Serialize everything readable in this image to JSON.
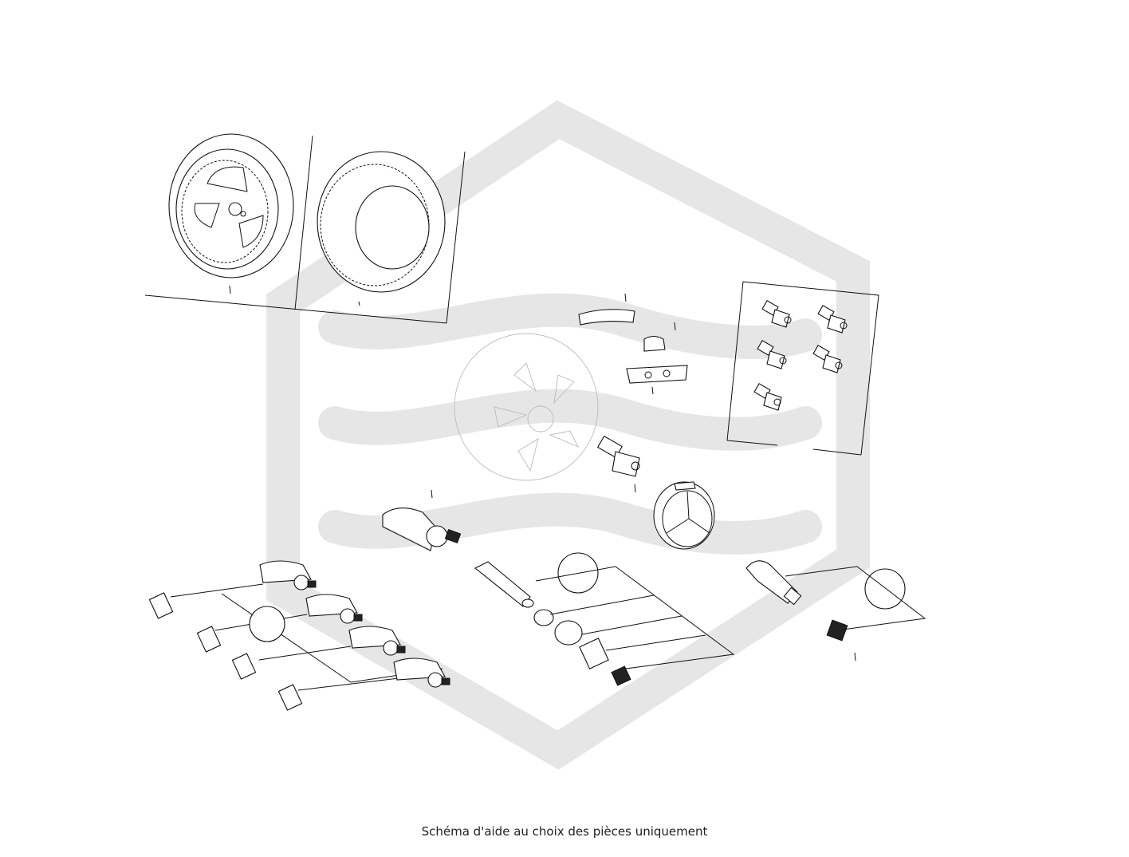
{
  "caption": "Schéma d'aide au choix des pièces uniquement",
  "watermark_icon": "brand-hexagon-waves-icon",
  "parts": [
    "alloy-wheel",
    "tire",
    "wheel-weight",
    "wheel-weight-clip",
    "wheel-weight-strip",
    "wheel-bolts-set",
    "wheel-bolt",
    "hub-cap",
    "tpms-sensor",
    "tpms-sensor-set",
    "valve-caps",
    "valve-stem-kit",
    "rubber-valve",
    "valve-cap"
  ],
  "colors": {
    "line": "#111111",
    "watermark": "#e6e6e6",
    "background": "#ffffff"
  }
}
